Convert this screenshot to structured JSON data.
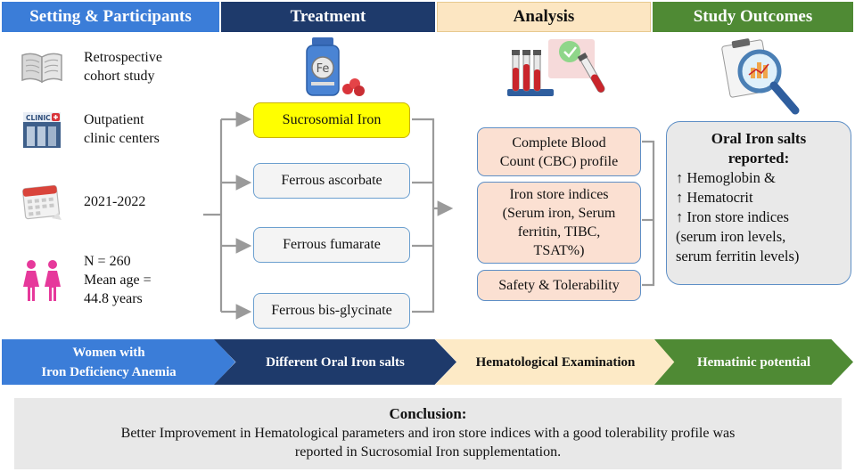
{
  "headers": {
    "setting": "Setting & Participants",
    "treatment": "Treatment",
    "analysis": "Analysis",
    "outcomes": "Study Outcomes"
  },
  "setting": {
    "study_type": "Retrospective\ncohort study",
    "centers": "Outpatient\nclinic centers",
    "period": "2021-2022",
    "participants": "N = 260\nMean age =\n44.8 years",
    "clinic_sign": "CLINIC"
  },
  "treatment": {
    "fe_label": "Fe",
    "items": [
      "Sucrosomial Iron",
      "Ferrous ascorbate",
      "Ferrous fumarate",
      "Ferrous bis-glycinate"
    ]
  },
  "analysis": {
    "items": [
      "Complete Blood\nCount (CBC) profile",
      "Iron store indices\n(Serum iron, Serum\nferritin, TIBC,\nTSAT%)",
      "Safety & Tolerability"
    ]
  },
  "outcomes": {
    "title": "Oral Iron salts\nreported:",
    "lines": [
      "↑ Hemoglobin &",
      "↑ Hematocrit",
      "↑ Iron store indices\n(serum iron levels,\nserum ferritin levels)"
    ]
  },
  "flow": {
    "step1": [
      "Women with",
      "Iron Deficiency Anemia"
    ],
    "step2": "Different Oral Iron salts",
    "step3": "Hematological Examination",
    "step4": "Hematinic potential"
  },
  "conclusion": {
    "title": "Conclusion:",
    "body": "Better Improvement in Hematological parameters and iron store indices with a good tolerability profile was\nreported in Sucrosomial Iron supplementation."
  },
  "colors": {
    "blue": "#3b7dd8",
    "navy": "#1e3a6b",
    "cream": "#fce6c2",
    "green": "#4f8a34",
    "highlight": "#ffff00"
  }
}
